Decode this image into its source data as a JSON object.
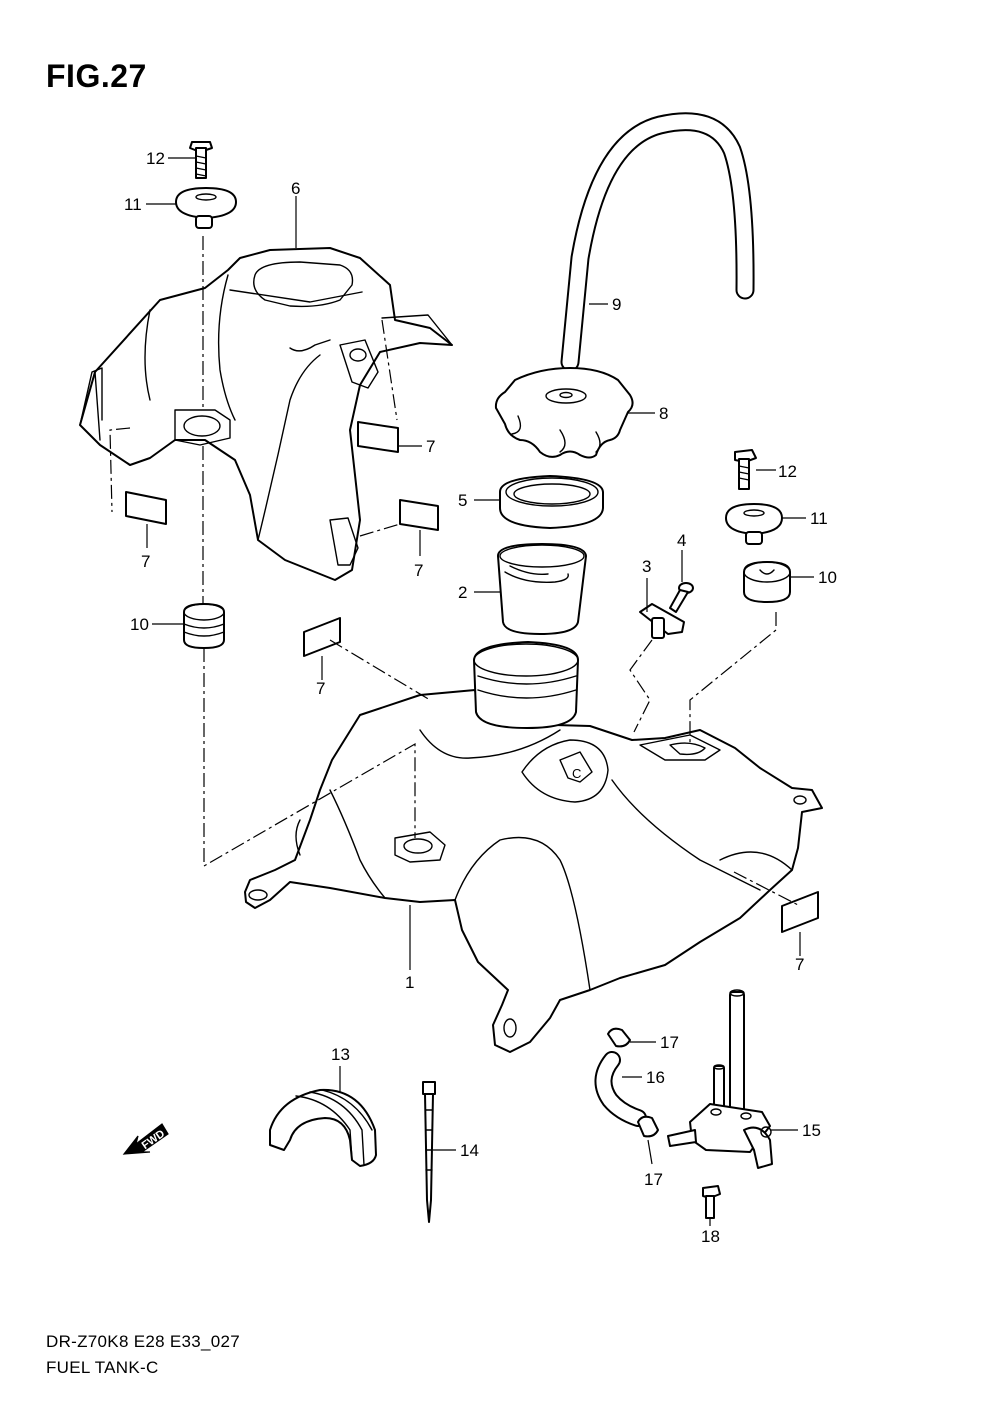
{
  "figure": {
    "title": "FIG.27"
  },
  "footer": {
    "code": "DR-Z70K8 E28 E33_027",
    "name": "FUEL TANK-C"
  },
  "fwd_label": "FWD",
  "callouts": {
    "c1": "1",
    "c2": "2",
    "c3": "3",
    "c4": "4",
    "c5": "5",
    "c6": "6",
    "c7a": "7",
    "c7b": "7",
    "c7c": "7",
    "c7d": "7",
    "c7e": "7",
    "c8": "8",
    "c9": "9",
    "c10a": "10",
    "c10b": "10",
    "c11a": "11",
    "c11b": "11",
    "c12a": "12",
    "c12b": "12",
    "c13": "13",
    "c14": "14",
    "c15": "15",
    "c16": "16",
    "c17a": "17",
    "c17b": "17",
    "c18": "18"
  }
}
